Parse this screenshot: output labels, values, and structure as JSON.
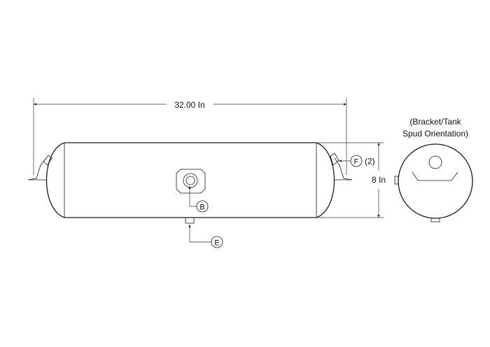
{
  "drawing": {
    "length_label": "32.00 In",
    "height_label": "8 In",
    "callouts": {
      "b": "B",
      "e": "E",
      "f": "F",
      "f_qty": "(2)"
    },
    "end_view_caption": [
      "(Bracket/Tank",
      "Spud Orientation)"
    ]
  },
  "colors": {
    "line": "#1a1a1a",
    "background": "#ffffff"
  }
}
